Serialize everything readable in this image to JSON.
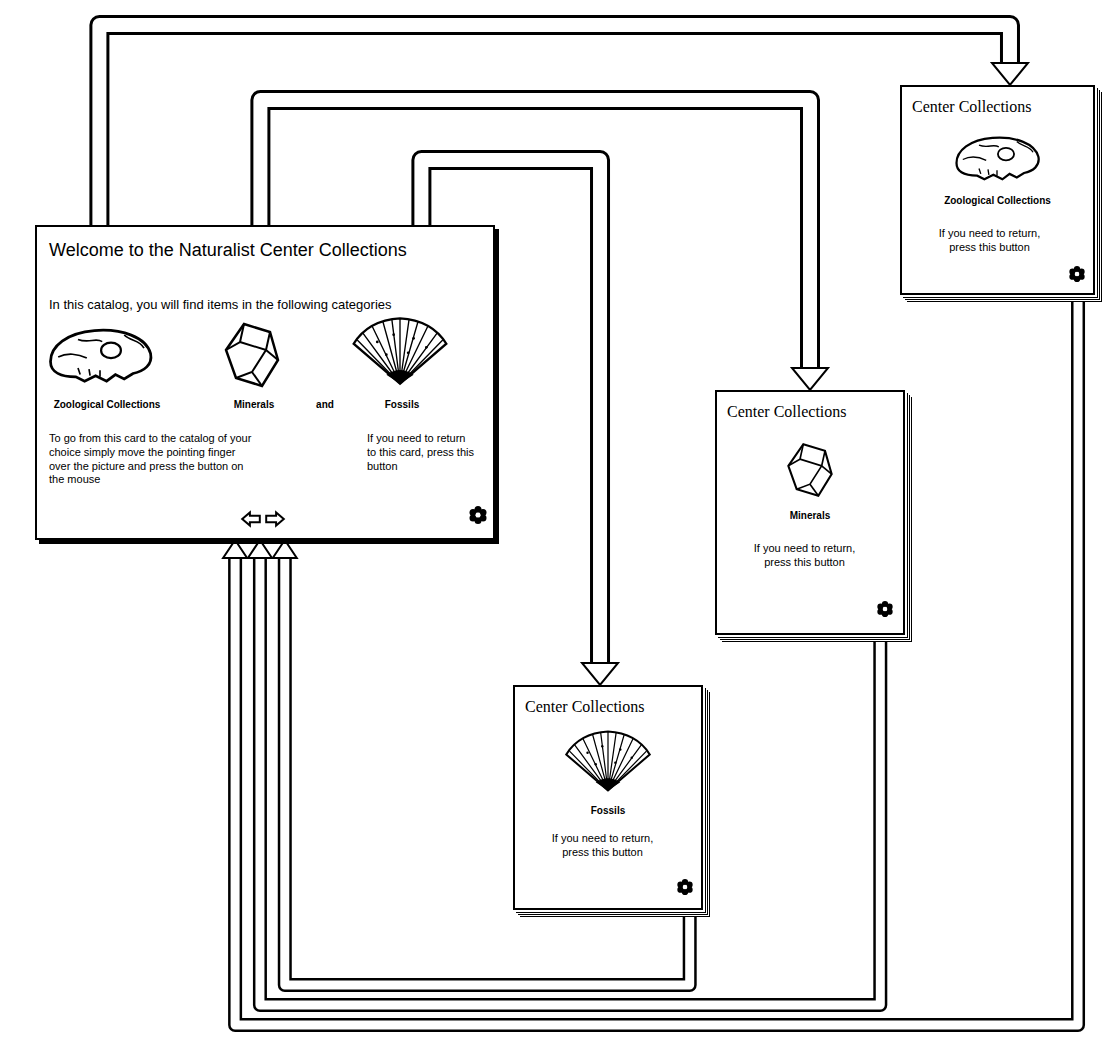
{
  "diagram": {
    "nodes": [
      {
        "text": [
          "Welcome to the Naturalist Center Collections",
          "In this catalog, you will find items in the following categories",
          "Zoological Collections",
          "Minerals",
          "and",
          "Fossils",
          "To go from this card to the catalog of your choice simply move the pointing finger over the picture and press the button on the mouse",
          "If you need to return to this card, press this button"
        ]
      },
      {
        "text": [
          "Center Collections",
          "Zoological Collections",
          "If you need to return, press this button"
        ]
      },
      {
        "text": [
          "Center Collections",
          "Minerals",
          "If you need to return, press this button"
        ]
      },
      {
        "text": [
          "Center Collections",
          "Fossils",
          "If you need to return, press this button"
        ]
      }
    ],
    "edges": [
      {
        "from": 0,
        "to": 1,
        "arrow": "to"
      },
      {
        "from": 0,
        "to": 2,
        "arrow": "to"
      },
      {
        "from": 0,
        "to": 3,
        "arrow": "to"
      },
      {
        "from": 1,
        "to": 0,
        "arrow": "to"
      },
      {
        "from": 2,
        "to": 0,
        "arrow": "to"
      },
      {
        "from": 3,
        "to": 0,
        "arrow": "to"
      }
    ]
  }
}
